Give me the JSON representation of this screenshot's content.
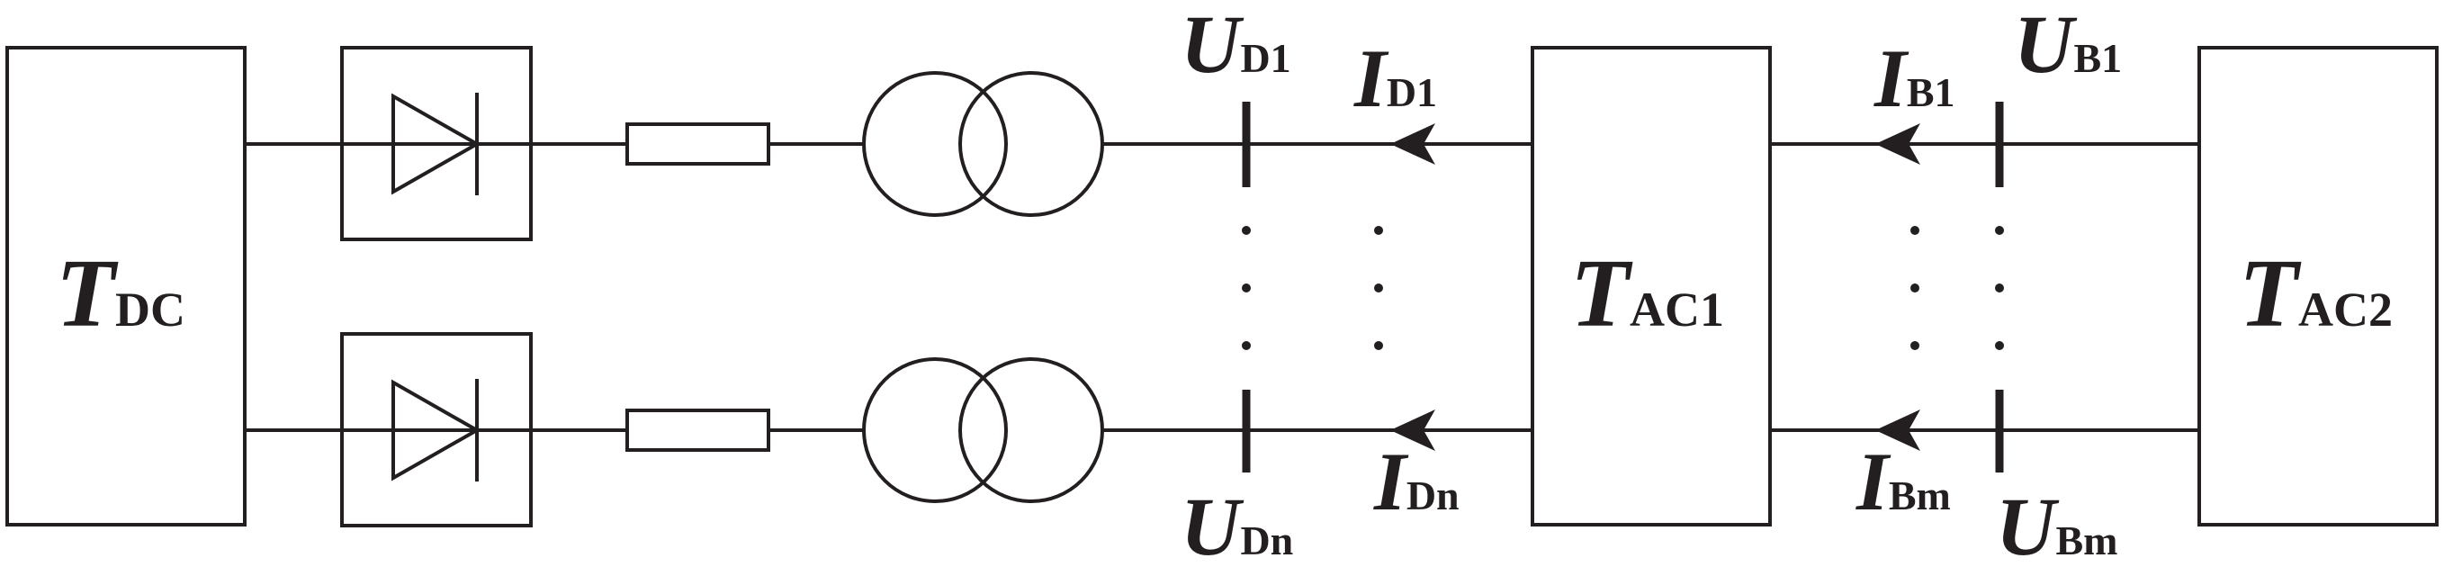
{
  "blocks": {
    "dc": {
      "symbol": "T",
      "subscript": "DC"
    },
    "ac1": {
      "symbol": "T",
      "subscript": "AC1"
    },
    "ac2": {
      "symbol": "T",
      "subscript": "AC2"
    }
  },
  "labels": {
    "u_d1": {
      "symbol": "U",
      "subscript": "D1"
    },
    "u_dn": {
      "symbol": "U",
      "subscript": "Dn"
    },
    "i_d1": {
      "symbol": "I",
      "subscript": "D1"
    },
    "i_dn": {
      "symbol": "I",
      "subscript": "Dn"
    },
    "i_b1": {
      "symbol": "I",
      "subscript": "B1"
    },
    "i_bm": {
      "symbol": "I",
      "subscript": "Bm"
    },
    "u_b1": {
      "symbol": "U",
      "subscript": "B1"
    },
    "u_bm": {
      "symbol": "U",
      "subscript": "Bm"
    }
  },
  "colors": {
    "line": "#231f20",
    "background": "#ffffff"
  }
}
